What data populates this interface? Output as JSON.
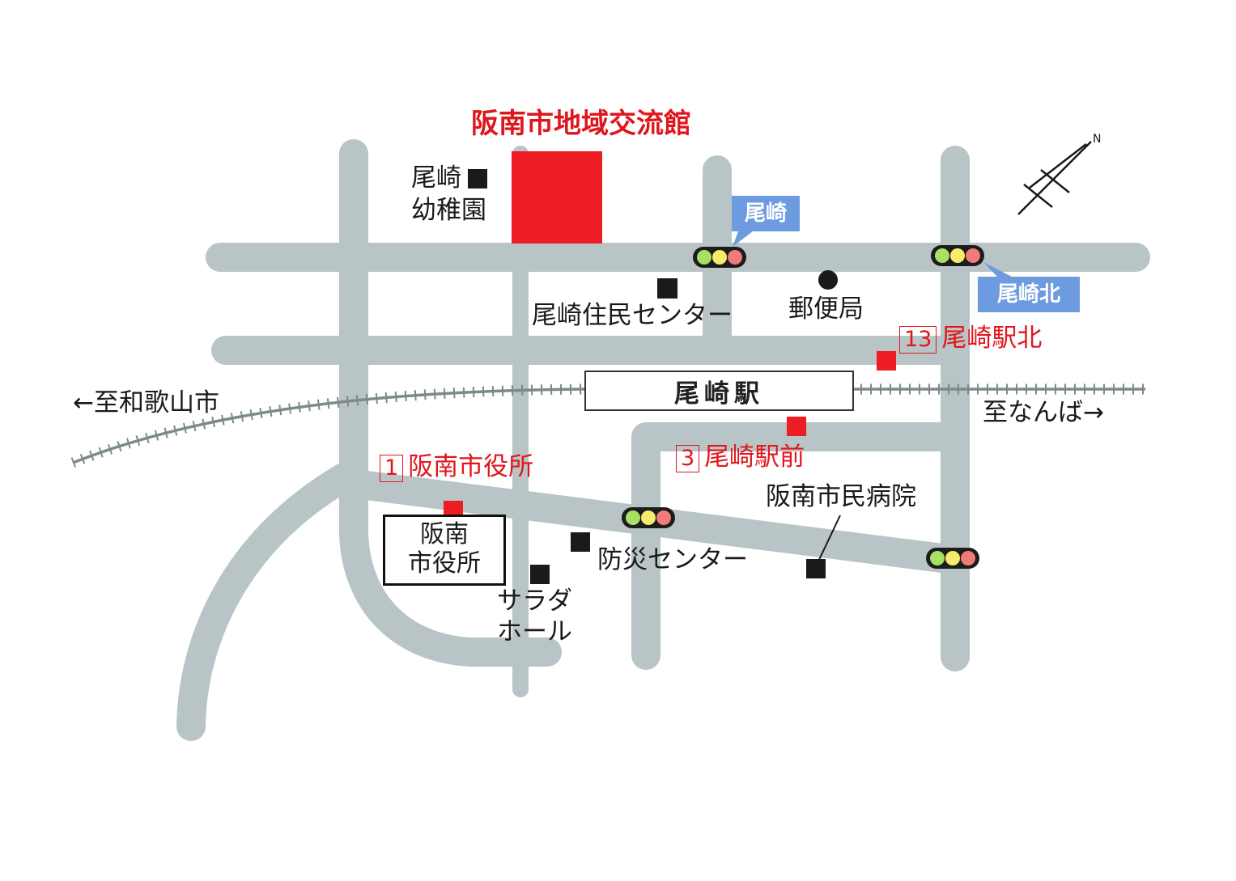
{
  "title": "阪南市地域交流館",
  "station": "尾崎駅",
  "directions": {
    "west": "←至和歌山市",
    "east": "至なんば→"
  },
  "landmarks": {
    "kindergarten": "尾崎\n幼稚園",
    "residents_center": "尾崎住民センター",
    "post_office": "郵便局",
    "city_hall_label": "阪南市役所",
    "city_hall_box": "阪南\n市役所",
    "disaster_center": "防災センター",
    "salad_hall": "サラダ\nホール",
    "hospital": "阪南市民病院"
  },
  "bus_stops": [
    {
      "number": "13",
      "name": "尾崎駅北"
    },
    {
      "number": "1",
      "name": "阪南市役所"
    },
    {
      "number": "3",
      "name": "尾崎駅前"
    }
  ],
  "intersections": [
    {
      "name": "尾崎"
    },
    {
      "name": "尾崎北"
    }
  ],
  "compass": {
    "label": "N"
  },
  "colors": {
    "road": "#b8c4c5",
    "facility": "#ee1c25",
    "bus_stop": "#ee1c25",
    "callout": "#6d9be0",
    "railway": "#7d8a8c",
    "signal_green": "#a8e063",
    "signal_yellow": "#f5ec6a",
    "signal_red": "#ef7c78"
  }
}
